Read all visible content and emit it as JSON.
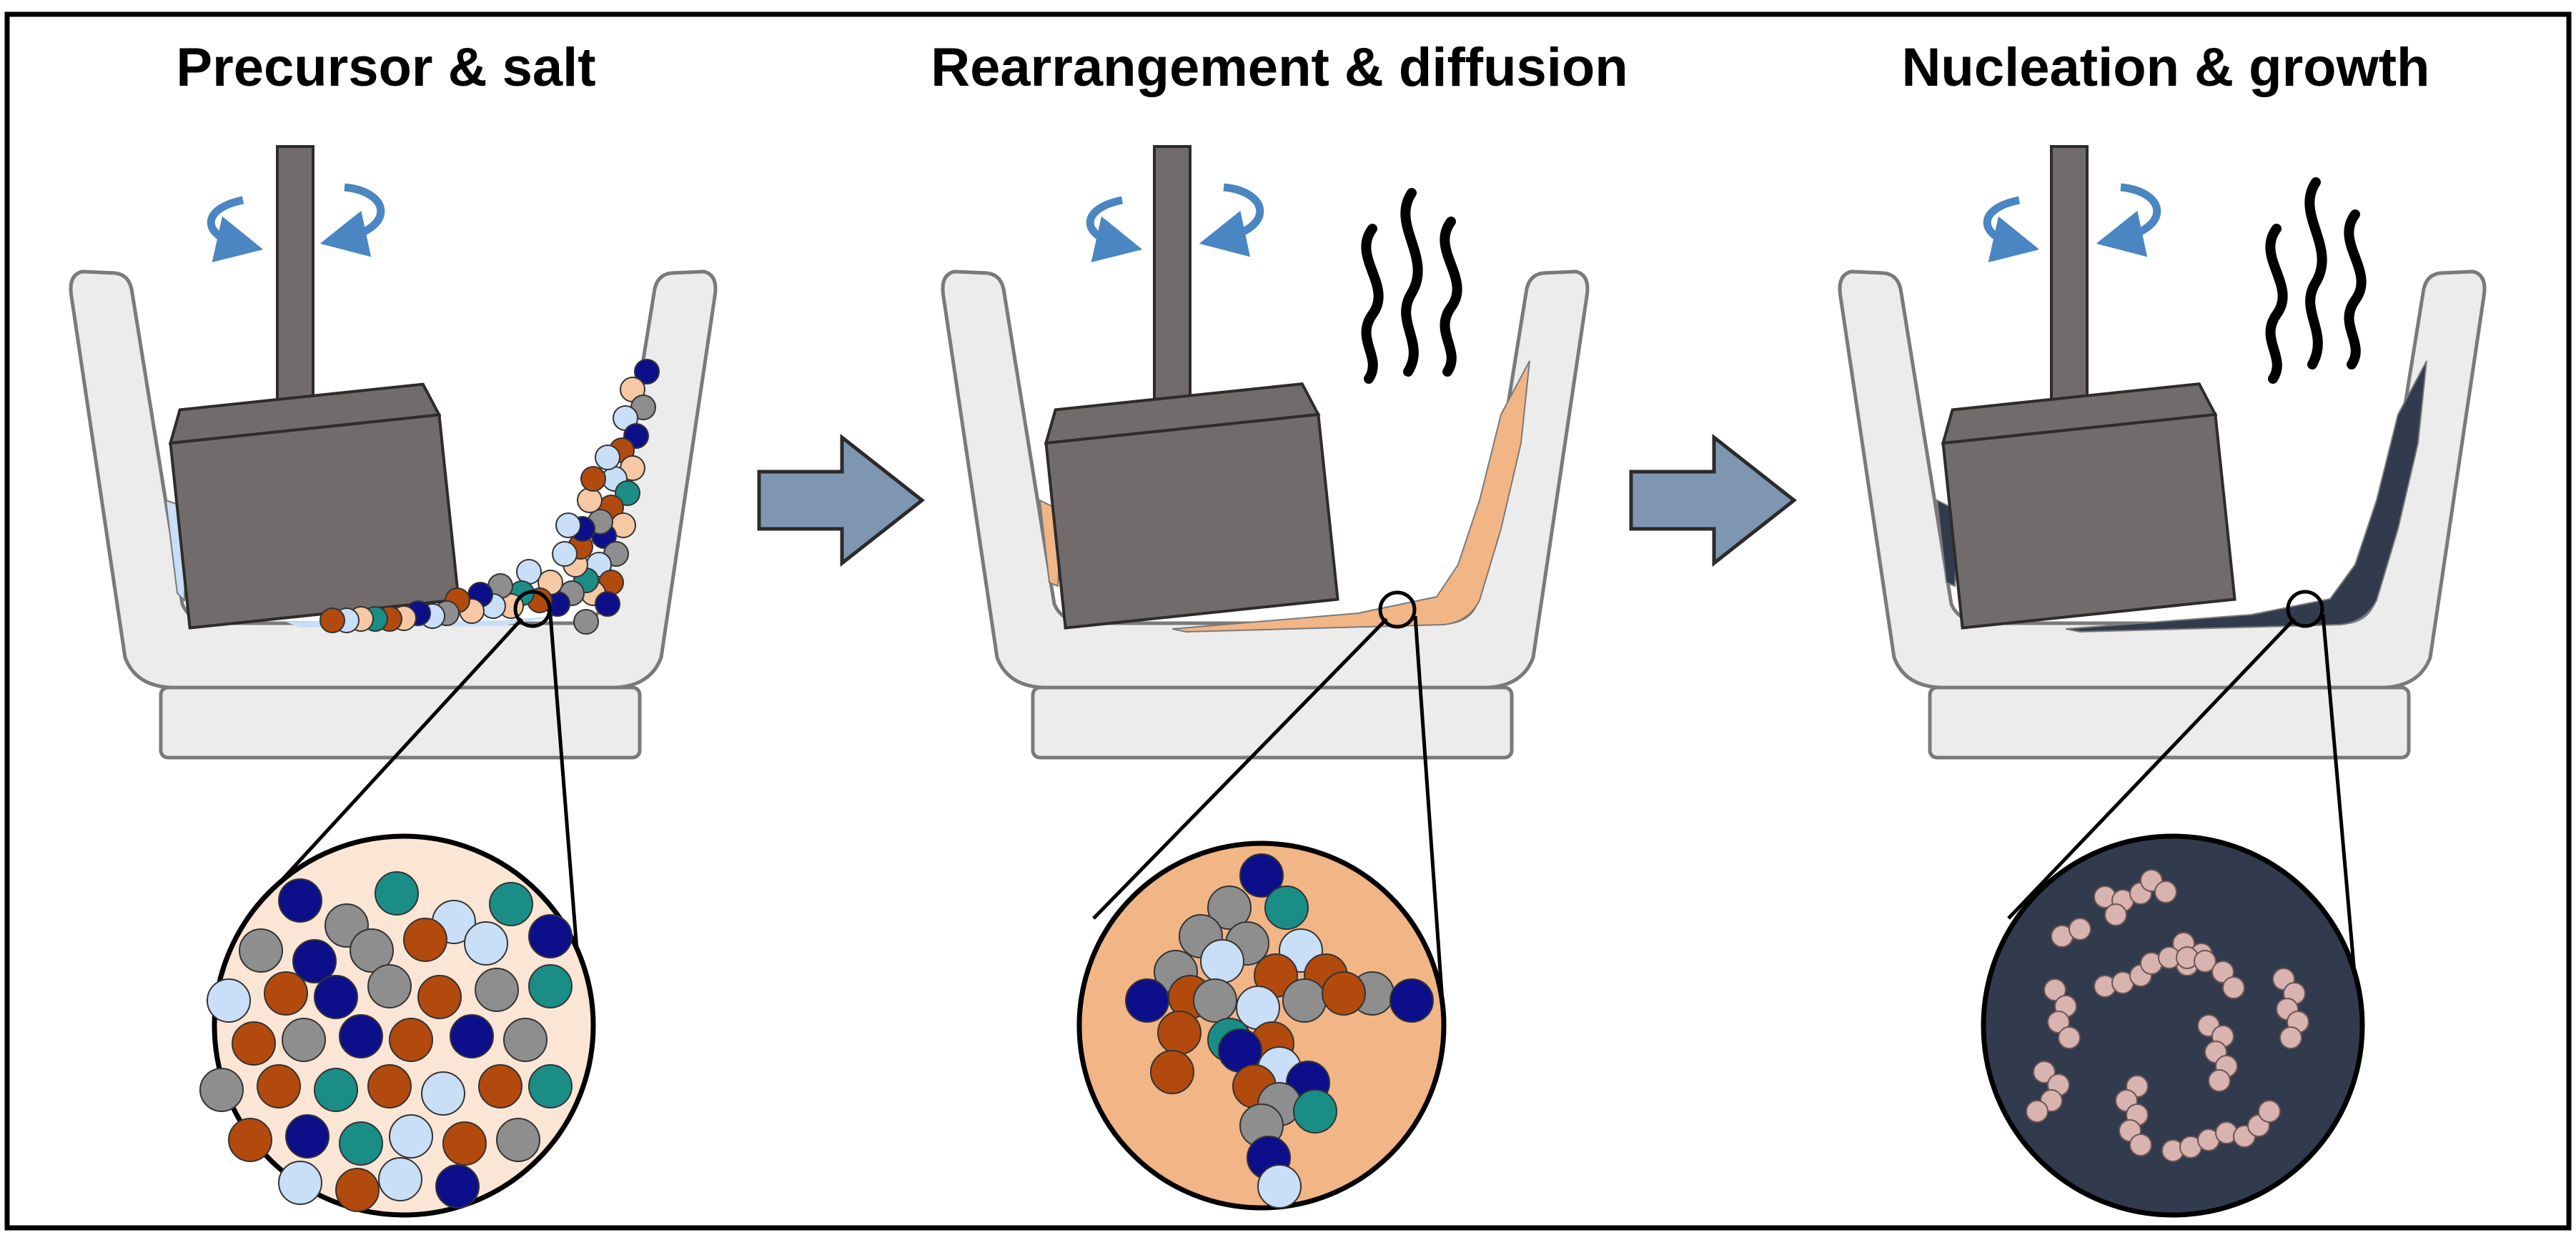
{
  "panels": [
    {
      "title": "Precursor & salt"
    },
    {
      "title": "Rearrangement & diffusion"
    },
    {
      "title": "Nucleation & growth"
    }
  ],
  "colors": {
    "frame": "#000000",
    "mortar_fill": "#ececec",
    "mortar_stroke": "#7a7a7a",
    "pestle_fill": "#716b6b",
    "pestle_stroke": "#2e2b2b",
    "rotate_arrow": "#4a86c2",
    "process_arrow_fill": "#7f96b2",
    "process_arrow_stroke": "#2b2b2b",
    "heat_wave": "#000000",
    "precursor_bg": "#fbe6d6",
    "diffusion_bg": "#f2b586",
    "product_bg": "#323b4d",
    "product_layer": "#323b4d",
    "diffusion_layer": "#f2b586",
    "particle_navy": "#0d0f8a",
    "particle_gray": "#8e8e8e",
    "particle_orange": "#b24a0e",
    "particle_teal": "#1a8e86",
    "particle_lightblue": "#c9def7",
    "particle_peach": "#f6c9a4",
    "nanocrystal": "#d9b3b0"
  },
  "icons": [
    "rotate-arrow-icon",
    "heat-wave-icon",
    "right-arrow-icon"
  ]
}
